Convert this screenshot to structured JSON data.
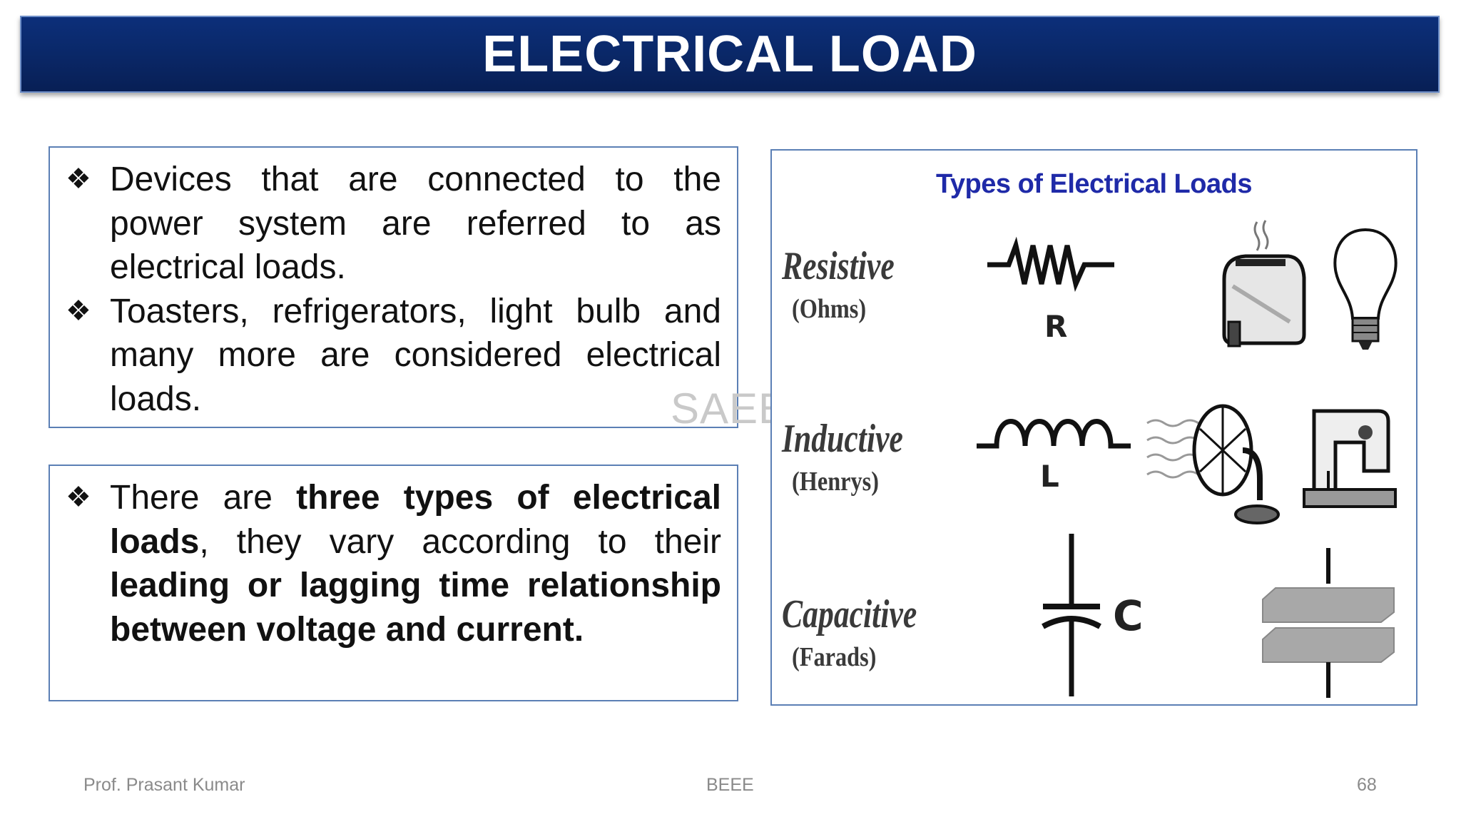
{
  "slide": {
    "title": "ELECTRICAL LOAD",
    "bullet_symbol": "❖",
    "box1": {
      "bullets": [
        "Devices that are connected to the power system are referred to as electrical loads.",
        "Toasters, refrigerators, light bulb and many more are considered electrical loads."
      ]
    },
    "box2": {
      "segments": [
        {
          "text": "There are ",
          "bold": false
        },
        {
          "text": "three types of electrical loads",
          "bold": true
        },
        {
          "text": ", they vary according to their ",
          "bold": false
        },
        {
          "text": "leading or lagging time relationship between voltage and current.",
          "bold": true
        }
      ]
    },
    "figure": {
      "title": "Types of Electrical Loads",
      "rows": [
        {
          "name": "Resistive",
          "unit": "(Ohms)",
          "symbol_letter": "R",
          "icons": [
            "toaster-icon",
            "light-bulb-icon"
          ]
        },
        {
          "name": "Inductive",
          "unit": "(Henrys)",
          "symbol_letter": "L",
          "icons": [
            "fan-icon",
            "sewing-machine-icon"
          ]
        },
        {
          "name": "Capacitive",
          "unit": "(Farads)",
          "symbol_letter": "C",
          "icons": [
            "capacitor-plates-icon"
          ]
        }
      ]
    },
    "watermark": "SAEE",
    "footer": {
      "author": "Prof. Prasant Kumar",
      "course": "BEEE",
      "page": "68"
    },
    "colors": {
      "title_bar": "#0a2766",
      "box_border": "#5b7fb5",
      "figure_title": "#1f2aa8"
    }
  }
}
